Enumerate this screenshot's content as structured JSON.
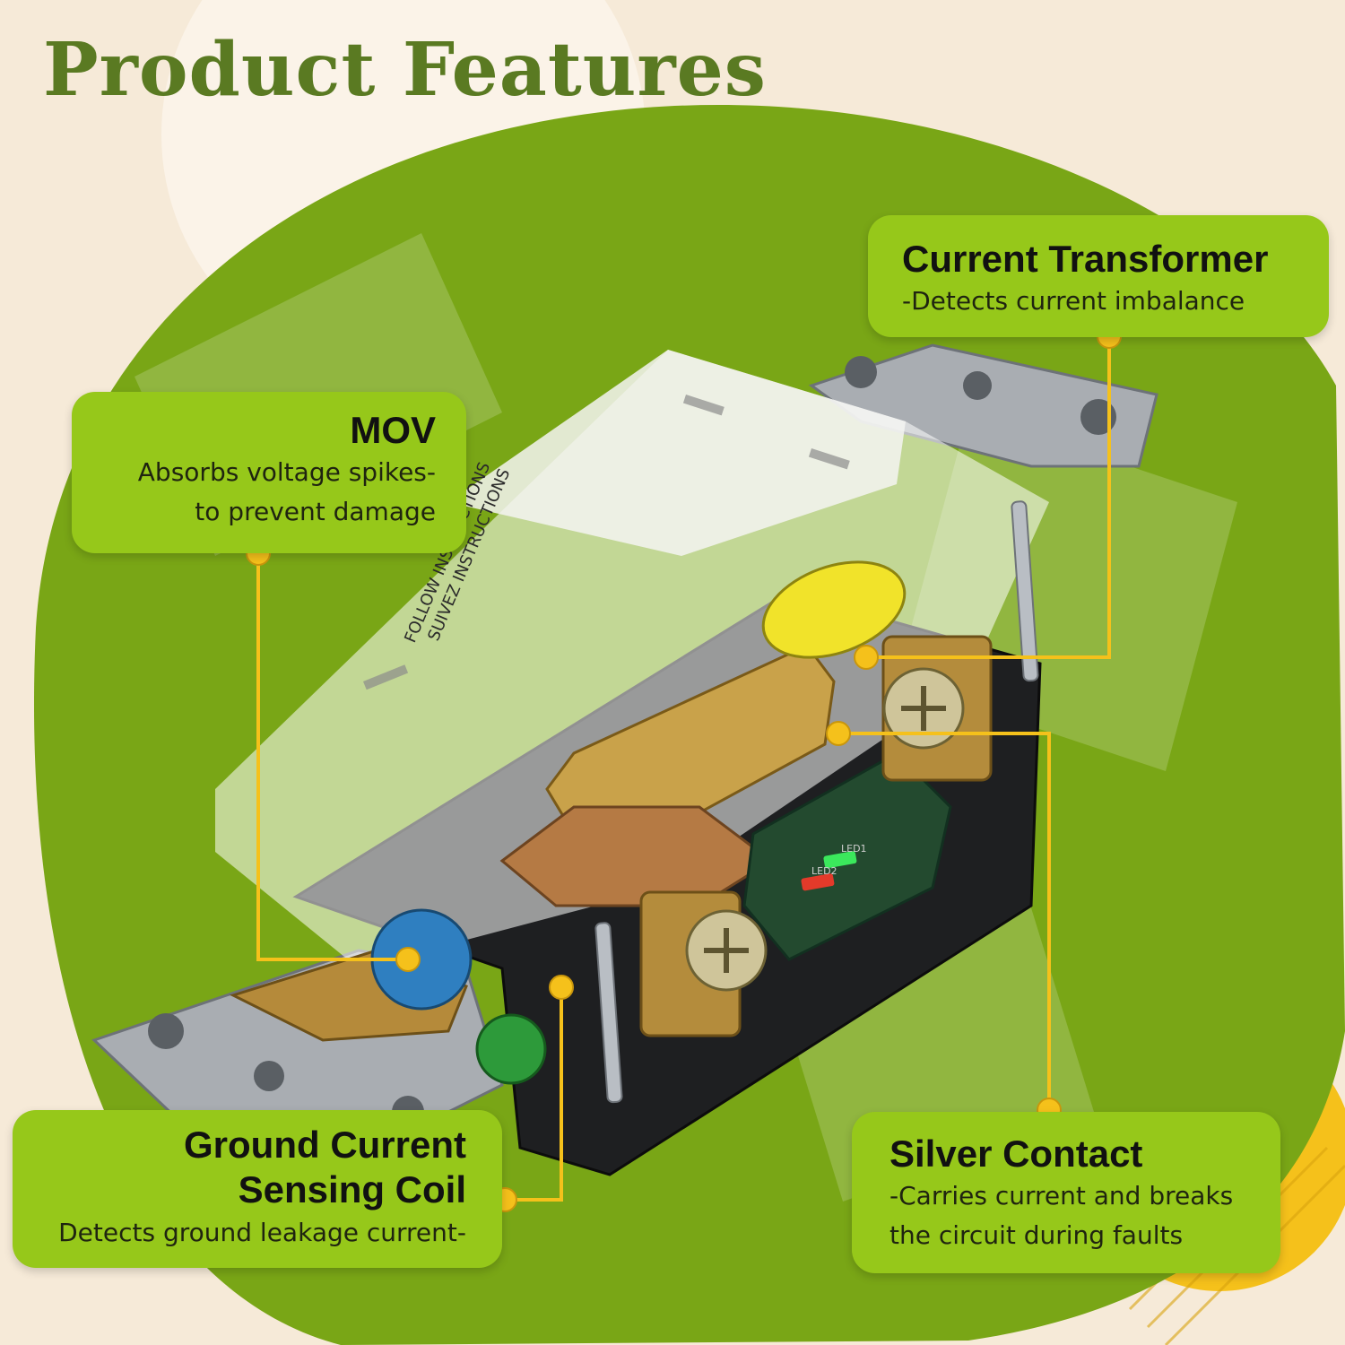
{
  "title": "Product Features",
  "colors": {
    "background": "#f6ead8",
    "green_blob": "#79a616",
    "callout_fill": "#96c81a",
    "leader_line": "#f5c11b",
    "title_color": "#5a7a22"
  },
  "callouts": {
    "current_transformer": {
      "title": "Current Transformer",
      "description": "-Detects current imbalance"
    },
    "mov": {
      "title": "MOV",
      "description_line1": "Absorbs voltage spikes-",
      "description_line2": "to prevent damage"
    },
    "ground_current": {
      "title_line1": "Ground Current",
      "title_line2": "Sensing Coil",
      "description": "Detects ground leakage current-"
    },
    "silver_contact": {
      "title": "Silver Contact",
      "description_line1": "-Carries current and breaks",
      "description_line2": "the circuit during faults"
    }
  },
  "outlet_labels": {
    "label_line1": "FOLLOW INSTRUCTIONS",
    "label_line2": "SUIVEZ INSTRUCTIONS",
    "led1": "LED1",
    "led2": "LED2"
  }
}
